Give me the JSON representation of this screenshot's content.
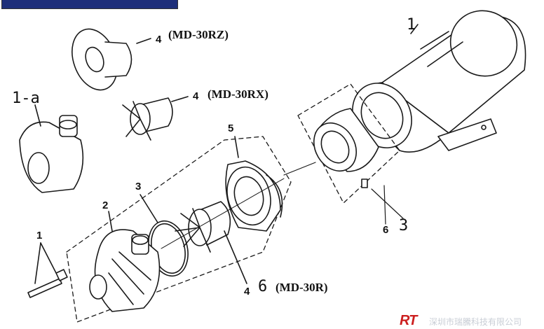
{
  "callouts": {
    "c1_top": "1",
    "c1a": "1-a",
    "c4_rz": "4",
    "c4_rz_model": "(MD-30RZ)",
    "c4_rx": "4",
    "c4_rx_model": "(MD-30RX)",
    "c5": "5",
    "c3_left": "3",
    "c2": "2",
    "c1_bolt": "1",
    "c6_small": "6",
    "c3_right": "3",
    "c4_bottom": "4",
    "c6_big": "6",
    "c6_model": "(MD-30R)"
  },
  "footer": {
    "logo": "RT",
    "company": "深圳市瑞騰科技有限公司"
  },
  "colors": {
    "line": "#1a1a1a",
    "banner": "#1e2f7a",
    "logo": "#cc1f1f",
    "footer_text": "#c9ced6"
  }
}
